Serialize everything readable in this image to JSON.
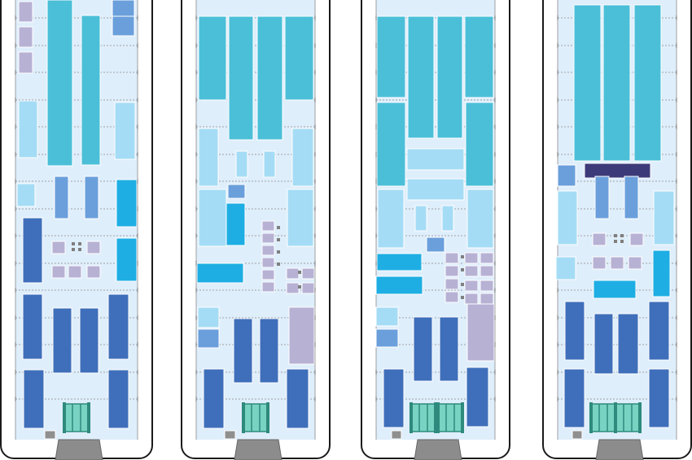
{
  "diagram": {
    "kind": "vessel deck layout variants",
    "panel_count": 4,
    "colors": {
      "background": "#ffffff",
      "outline": "#1a1a1a",
      "deck": "#dfeefb",
      "grid": "#8a8a8a",
      "cyan": "#4bbfd8",
      "bright_cyan": "#1eaee3",
      "pale_blue": "#a5dcf5",
      "mid_blue": "#6a9fdb",
      "dark_blue": "#3f6fba",
      "lavender": "#b7b2d4",
      "navy": "#3c3a78",
      "grey": "#8f8f8f",
      "teal": "#79d3c2",
      "teal_dark": "#2e8a7c",
      "chute": "#8c8c8c",
      "chute_edge": "#666666"
    },
    "legend": [
      {
        "swatch": "cyan",
        "label": ""
      },
      {
        "swatch": "bright_cyan",
        "label": ""
      },
      {
        "swatch": "pale_blue",
        "label": ""
      },
      {
        "swatch": "mid_blue",
        "label": ""
      },
      {
        "swatch": "dark_blue",
        "label": ""
      },
      {
        "swatch": "lavender",
        "label": ""
      },
      {
        "swatch": "navy",
        "label": ""
      },
      {
        "swatch": "teal",
        "label": ""
      }
    ],
    "panels": [
      {
        "name": "layout-a",
        "label": ""
      },
      {
        "name": "layout-b",
        "label": ""
      },
      {
        "name": "layout-c",
        "label": ""
      },
      {
        "name": "layout-d",
        "label": ""
      }
    ]
  }
}
